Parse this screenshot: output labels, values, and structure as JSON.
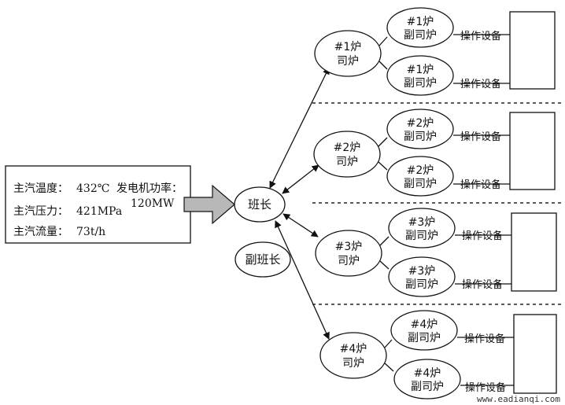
{
  "info_panel": {
    "temp_label": "主汽温度：",
    "temp_value": "432℃",
    "power_label": "发电机功率：",
    "power_value": "120MW",
    "pressure_label": "主汽压力：",
    "pressure_value": "421MPa",
    "flow_label": "主汽流量：",
    "flow_value": "73t/h"
  },
  "leader": {
    "label": "班长"
  },
  "deputy_leader": {
    "label": "副班长"
  },
  "groups": [
    {
      "boiler": "#1炉",
      "stoker": "司炉",
      "assist_boiler": "#1炉",
      "assist_role": "副司炉",
      "equipment": "操作设备"
    },
    {
      "boiler": "#2炉",
      "stoker": "司炉",
      "assist_boiler": "#2炉",
      "assist_role": "副司炉",
      "equipment": "操作设备"
    },
    {
      "boiler": "#3炉",
      "stoker": "司炉",
      "assist_boiler": "#3炉",
      "assist_role": "副司炉",
      "equipment": "操作设备"
    },
    {
      "boiler": "#4炉",
      "stoker": "司炉",
      "assist_boiler": "#4炉",
      "assist_role": "副司炉",
      "equipment": "操作设备"
    }
  ],
  "watermark": "www.eadianqi.com",
  "colors": {
    "line": "#111111",
    "arrow_fill": "#b8b8b8",
    "dash": "#222222"
  }
}
